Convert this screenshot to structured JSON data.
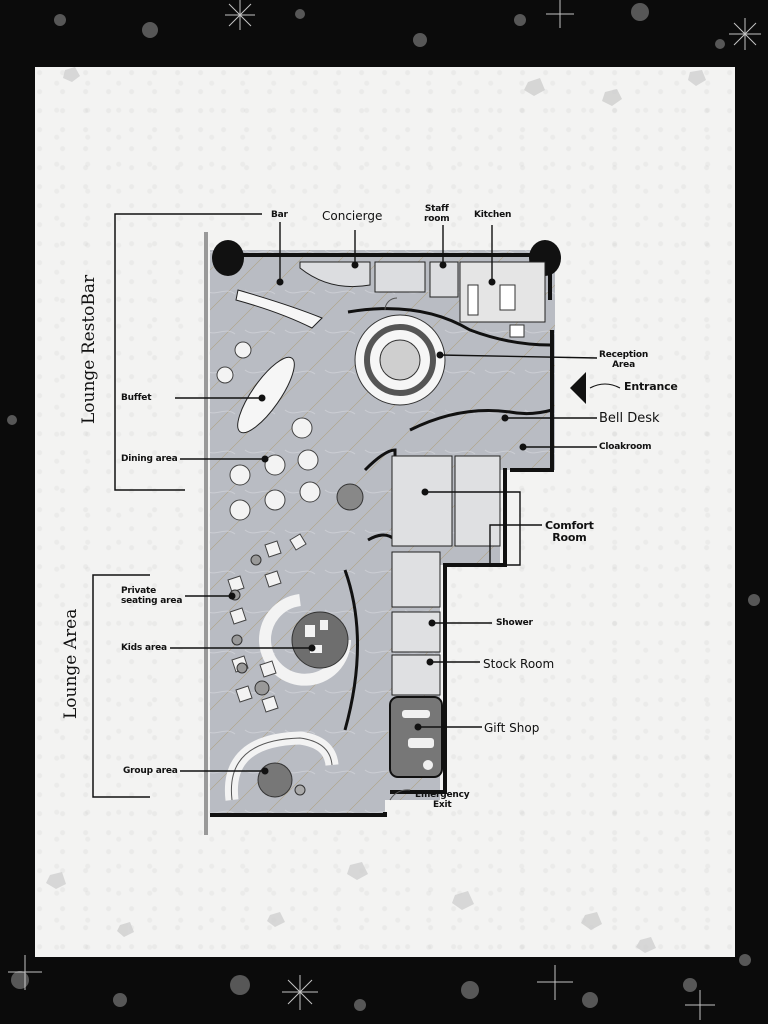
{
  "labels": {
    "bar": "Bar",
    "concierge": "Concierge",
    "staff_room_1": "Staff",
    "staff_room_2": "room",
    "kitchen": "Kitchen",
    "reception_1": "Reception",
    "reception_2": "Area",
    "entrance": "Entrance",
    "bell_desk": "Bell Desk",
    "cloakroom": "Cloakroom",
    "comfort_room_1": "Comfort",
    "comfort_room_2": "Room",
    "shower": "Shower",
    "stock_room": "Stock Room",
    "gift_shop": "Gift Shop",
    "emergency_exit_1": "Emergency",
    "emergency_exit_2": "Exit",
    "buffet": "Buffet",
    "dining_area": "Dining area",
    "private_seating_1": "Private",
    "private_seating_2": "seating area",
    "kids_area": "Kids area",
    "group_area": "Group area",
    "zone_lounge_restobar": "Lounge RestoBar",
    "zone_lounge_area": "Lounge Area"
  },
  "colors": {
    "background": "#0b0b0b",
    "paper": "#f3f3f2",
    "floor": "#b9bcc3",
    "wall": "#111111"
  }
}
